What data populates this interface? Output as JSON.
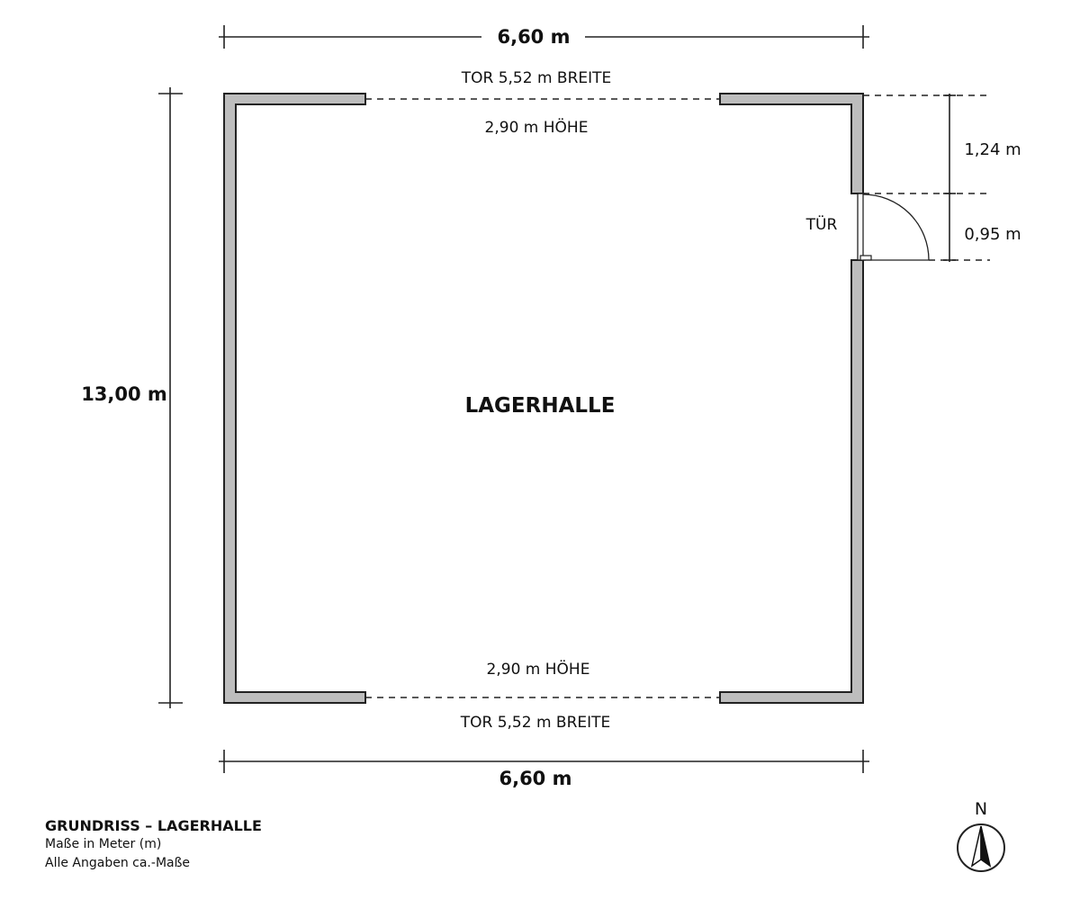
{
  "plan": {
    "room_label": "LAGERHALLE",
    "dim_top": "6,60 m",
    "dim_bottom": "6,60 m",
    "dim_left": "13,00 m",
    "gate_top_width": "TOR 5,52 m BREITE",
    "gate_top_height": "2,90 m HÖHE",
    "gate_bottom_height": "2,90 m HÖHE",
    "gate_bottom_width": "TOR 5,52 m BREITE",
    "door_label": "TÜR",
    "dim_right_upper": "1,24 m",
    "dim_right_lower": "0,95 m"
  },
  "legend": {
    "title": "GRUNDRISS – LAGERHALLE",
    "line1": "Maße in Meter (m)",
    "line2": "Alle Angaben ca.-Maße"
  },
  "compass": {
    "label": "N"
  },
  "colors": {
    "wall_fill": "#bdbdbd",
    "line": "#222222"
  }
}
